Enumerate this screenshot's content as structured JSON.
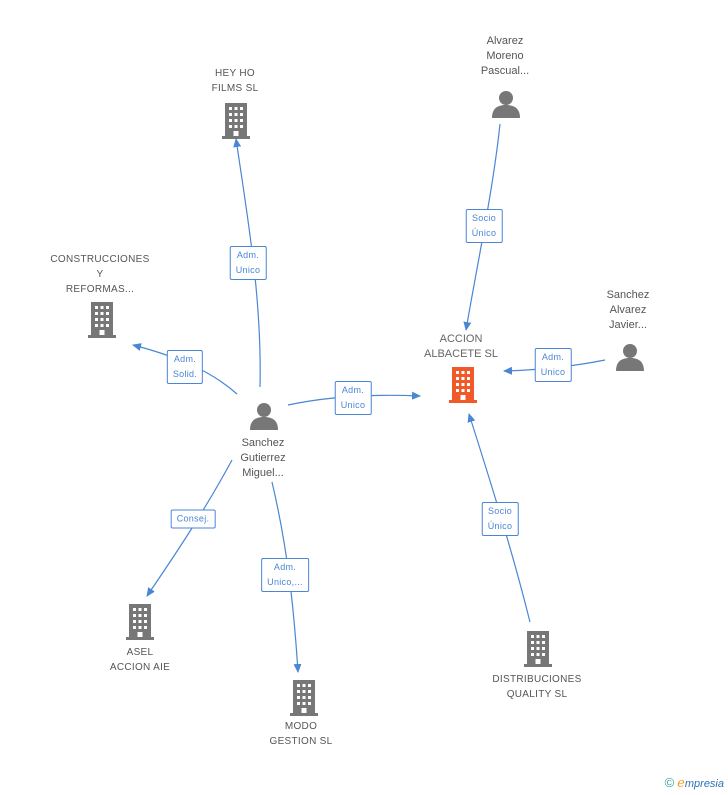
{
  "colors": {
    "edge": "#4a86d4",
    "node": "#777777",
    "main_node": "#f05a28",
    "text": "#555555"
  },
  "nodes": {
    "hey_ho": {
      "lines": [
        "HEY HO",
        "FILMS SL"
      ],
      "type": "company"
    },
    "construcciones": {
      "lines": [
        "CONSTRUCCIONES",
        "Y",
        "REFORMAS..."
      ],
      "type": "company"
    },
    "alvarez": {
      "lines": [
        "Alvarez",
        "Moreno",
        "Pascual..."
      ],
      "type": "person"
    },
    "accion_albacete": {
      "lines": [
        "ACCION",
        "ALBACETE SL"
      ],
      "type": "main"
    },
    "sanchez_alvarez": {
      "lines": [
        "Sanchez",
        "Alvarez",
        "Javier..."
      ],
      "type": "person"
    },
    "sanchez_gutierrez": {
      "lines": [
        "Sanchez",
        "Gutierrez",
        "Miguel..."
      ],
      "type": "person"
    },
    "asel": {
      "lines": [
        "ASEL",
        "ACCION AIE"
      ],
      "type": "company"
    },
    "modo": {
      "lines": [
        "MODO",
        "GESTION SL"
      ],
      "type": "company"
    },
    "distribuciones": {
      "lines": [
        "DISTRIBUCIONES",
        "QUALITY SL"
      ],
      "type": "company"
    }
  },
  "edges": {
    "to_hey_ho": {
      "lines": [
        "Adm.",
        "Unico"
      ]
    },
    "to_construcciones": {
      "lines": [
        "Adm.",
        "Solid."
      ]
    },
    "to_accion_from_sg": {
      "lines": [
        "Adm.",
        "Unico"
      ]
    },
    "alvarez_to_accion": {
      "lines": [
        "Socio",
        "Único"
      ]
    },
    "sa_to_accion": {
      "lines": [
        "Adm.",
        "Unico"
      ]
    },
    "to_asel": {
      "lines": [
        "Consej."
      ]
    },
    "to_modo": {
      "lines": [
        "Adm.",
        "Unico,..."
      ]
    },
    "dist_to_accion": {
      "lines": [
        "Socio",
        "Único"
      ]
    }
  },
  "brand": {
    "copyright": "©",
    "e": "e",
    "rest": "mpresia"
  }
}
